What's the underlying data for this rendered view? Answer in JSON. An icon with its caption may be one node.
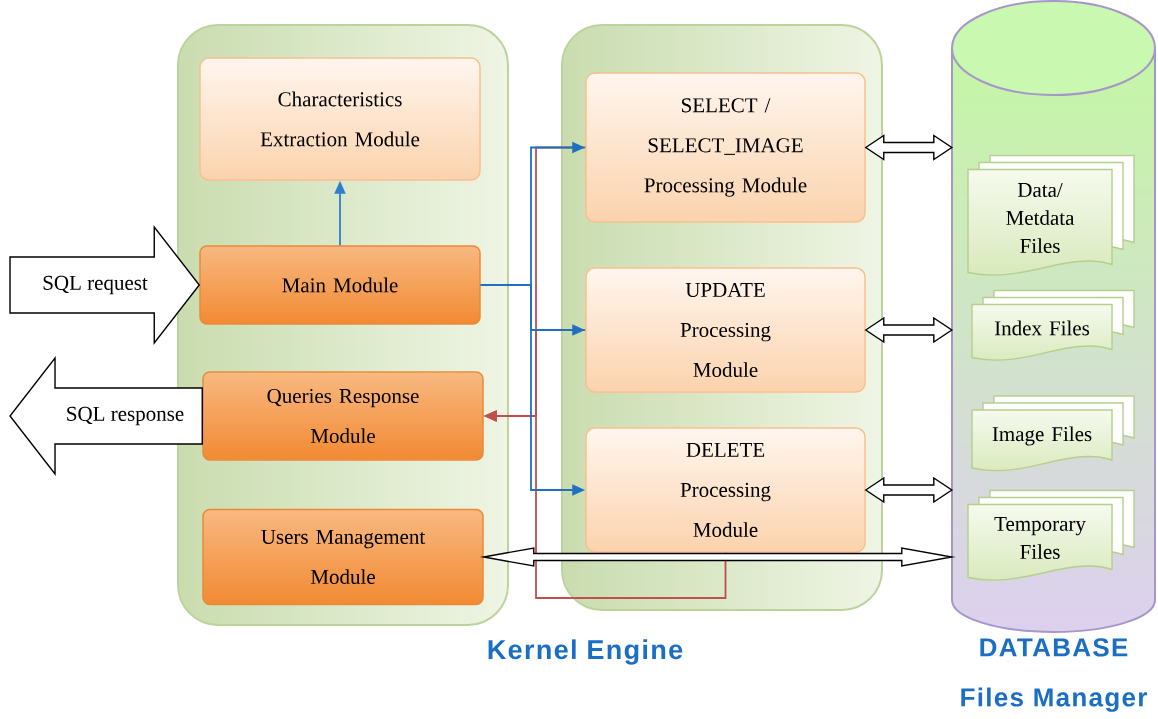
{
  "diagram": {
    "nodes": [
      {
        "text": [],
        "shape": "box"
      },
      {
        "text": [
          "Characteristics Extraction Module"
        ],
        "in": 0
      },
      {
        "text": [
          "Main Module"
        ],
        "in": 0
      },
      {
        "text": [
          "Queries Response Module"
        ],
        "in": 0
      },
      {
        "text": [
          "Users Management Module"
        ],
        "in": 0
      },
      {
        "text": [],
        "shape": "box"
      },
      {
        "text": [
          "SELECT / SELECT_IMAGE Processing Module"
        ],
        "in": 5
      },
      {
        "text": [
          "UPDATE Processing Module"
        ],
        "in": 5
      },
      {
        "text": [
          "DELETE Processing Module"
        ],
        "in": 5
      },
      {
        "text": [
          "DATABASE Files Manager"
        ]
      },
      {
        "text": [
          "Data/ Metdata Files"
        ],
        "in": 9
      },
      {
        "text": [
          "Index Files"
        ],
        "in": 9
      },
      {
        "text": [
          "Image Files"
        ],
        "in": 9
      },
      {
        "text": [
          "Temporary Files"
        ],
        "in": 9
      }
    ],
    "edges": [
      {
        "from": null,
        "to": 2,
        "arrow": "to",
        "label": "SQL request"
      },
      {
        "from": 3,
        "to": null,
        "arrow": "to",
        "label": "SQL response"
      },
      {
        "from": 6,
        "to": 3,
        "arrow": "to",
        "color": "#c0504d"
      },
      {
        "from": 7,
        "to": 3,
        "arrow": "to",
        "color": "#c0504d"
      },
      {
        "from": 8,
        "to": 3,
        "arrow": "to",
        "color": "#c0504d"
      },
      {
        "from": 2,
        "to": 1,
        "arrow": "to",
        "color": "#2e7fd0"
      },
      {
        "from": 2,
        "to": 6,
        "arrow": "to",
        "color": "#1f70c1"
      },
      {
        "from": 2,
        "to": 7,
        "arrow": "to",
        "color": "#1f70c1"
      },
      {
        "from": 2,
        "to": 8,
        "arrow": "to",
        "color": "#1f70c1"
      },
      {
        "from": 6,
        "to": 9,
        "arrow": "both"
      },
      {
        "from": 7,
        "to": 9,
        "arrow": "both"
      },
      {
        "from": 8,
        "to": 9,
        "arrow": "both"
      },
      {
        "from": 4,
        "to": 9,
        "arrow": "both"
      }
    ],
    "labels": [
      "Kernel Engine"
    ]
  }
}
